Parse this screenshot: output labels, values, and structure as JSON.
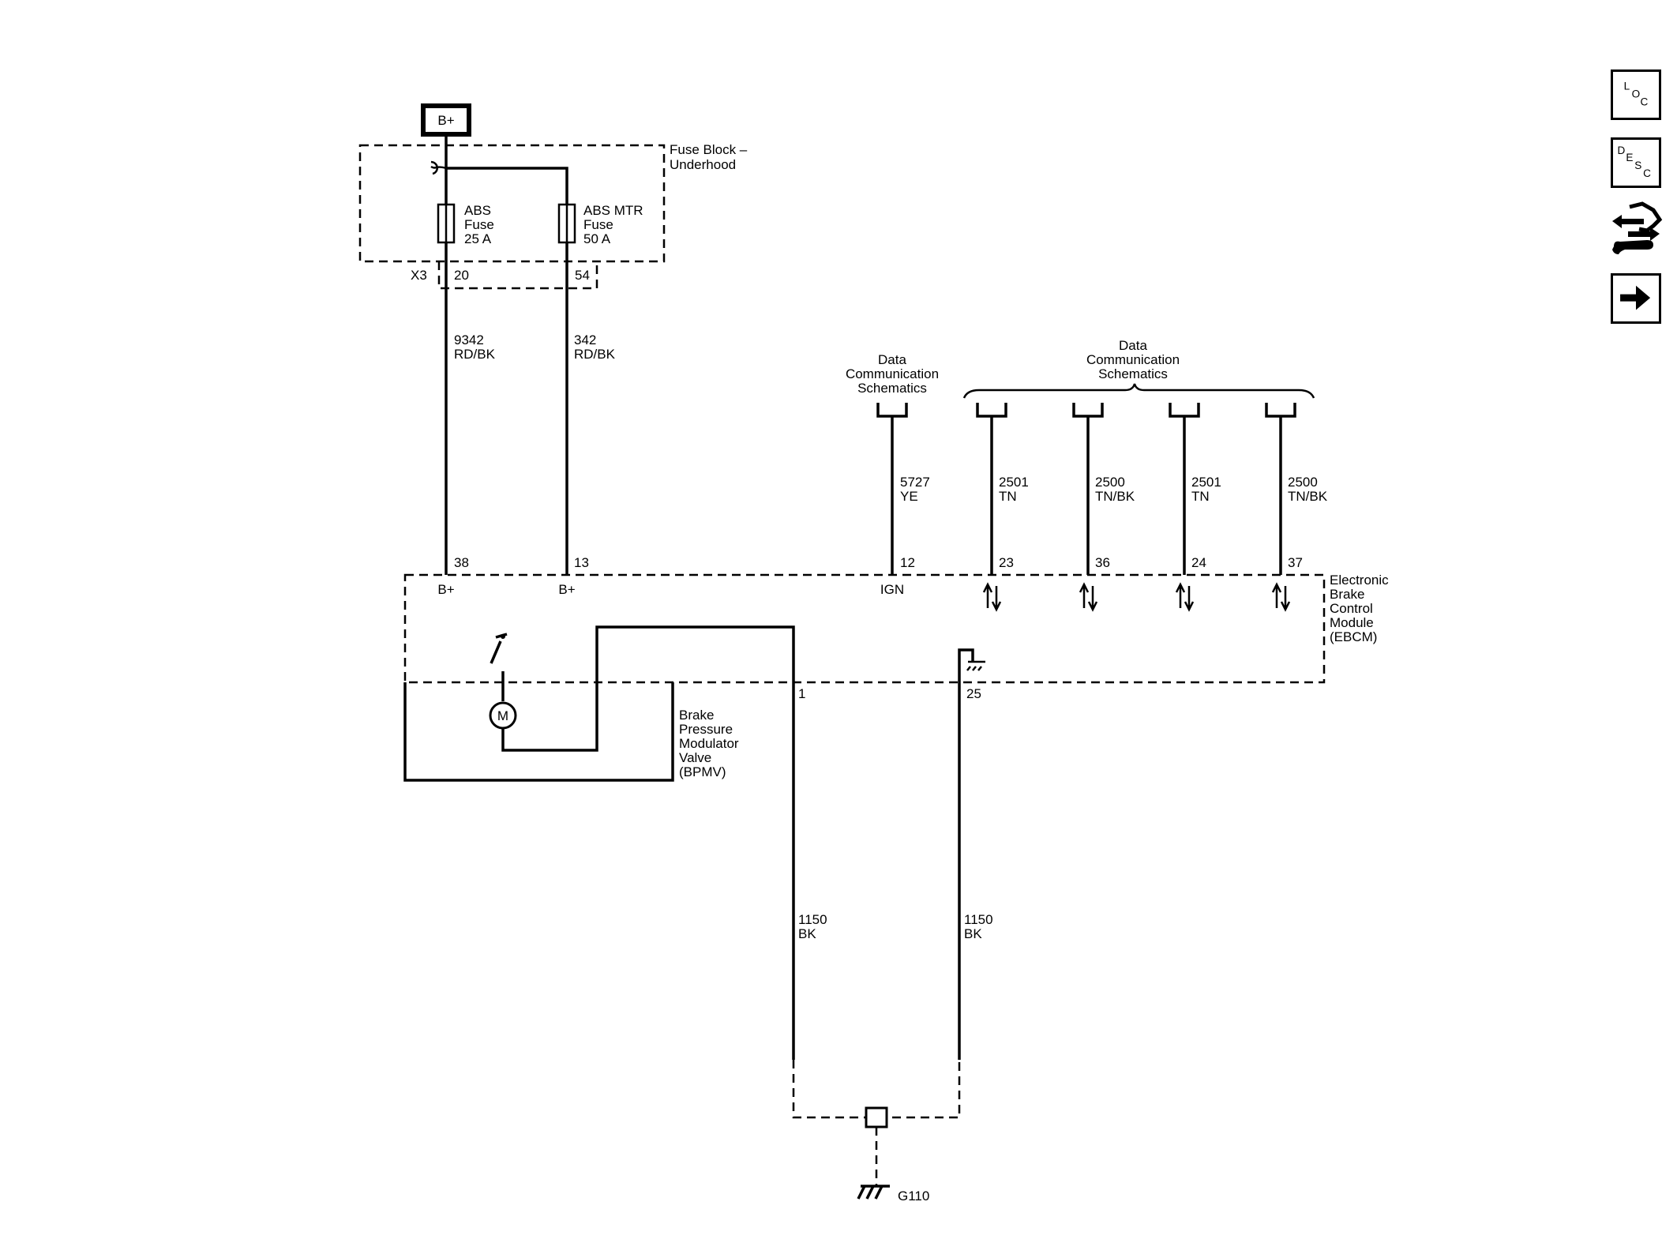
{
  "power": {
    "battery_label": "B+"
  },
  "fuse_block": {
    "title": [
      "Fuse Block –",
      "Underhood"
    ],
    "connector": "X3",
    "fuses": [
      {
        "lines": [
          "ABS",
          "Fuse",
          "25 A"
        ],
        "pin": "20"
      },
      {
        "lines": [
          "ABS MTR",
          "Fuse",
          "50 A"
        ],
        "pin": "54"
      }
    ]
  },
  "wires": [
    {
      "circuit": "9342",
      "color": "RD/BK",
      "module_pin": "38",
      "function": "B+"
    },
    {
      "circuit": "342",
      "color": "RD/BK",
      "module_pin": "13",
      "function": "B+"
    },
    {
      "circuit": "5727",
      "color": "YE",
      "module_pin": "12",
      "function": "IGN"
    },
    {
      "circuit": "2501",
      "color": "TN",
      "module_pin": "23",
      "function": "↑↓"
    },
    {
      "circuit": "2500",
      "color": "TN/BK",
      "module_pin": "36",
      "function": "↑↓"
    },
    {
      "circuit": "2501",
      "color": "TN",
      "module_pin": "24",
      "function": "↑↓"
    },
    {
      "circuit": "2500",
      "color": "TN/BK",
      "module_pin": "37",
      "function": "↑↓"
    }
  ],
  "data_comm_refs": [
    {
      "lines": [
        "Data",
        "Communication",
        "Schematics"
      ]
    },
    {
      "lines": [
        "Data",
        "Communication",
        "Schematics"
      ]
    }
  ],
  "module": {
    "lines": [
      "Electronic",
      "Brake",
      "Control",
      "Module",
      "(EBCM)"
    ]
  },
  "bpmv": {
    "lines": [
      "Brake",
      "Pressure",
      "Modulator",
      "Valve",
      "(BPMV)"
    ],
    "motor_label": "M"
  },
  "grounds": [
    {
      "module_pin": "1",
      "circuit": "1150",
      "color": "BK"
    },
    {
      "module_pin": "25",
      "circuit": "1150",
      "color": "BK"
    }
  ],
  "ground_point": "G110",
  "nav": {
    "loc": {
      "big": "L",
      "mid": "O",
      "small": "C"
    },
    "desc": {
      "big": "D",
      "mid": "E",
      "small3": "S",
      "small": "C"
    }
  }
}
